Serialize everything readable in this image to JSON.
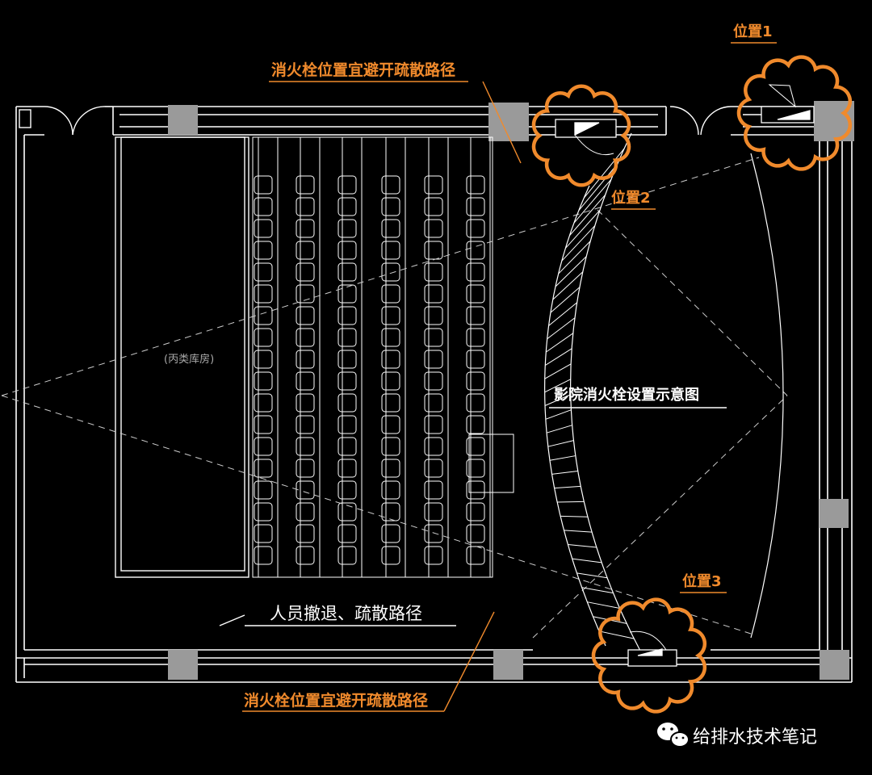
{
  "diagram": {
    "title": "影院消火栓设置示意图",
    "room_label": "(丙类库房)",
    "evac_label": "人员撤退、疏散路径",
    "note_top": "消火栓位置宜避开疏散路径",
    "note_bottom": "消火栓位置宜避开疏散路径",
    "positions": [
      "位置1",
      "位置2",
      "位置3"
    ]
  },
  "watermark": {
    "text": "给排水技术笔记",
    "icon": "wechat-icon"
  },
  "colors": {
    "background": "#000000",
    "lines": "#ffffff",
    "accent": "#f08a2c",
    "column": "#9a9a9a"
  }
}
